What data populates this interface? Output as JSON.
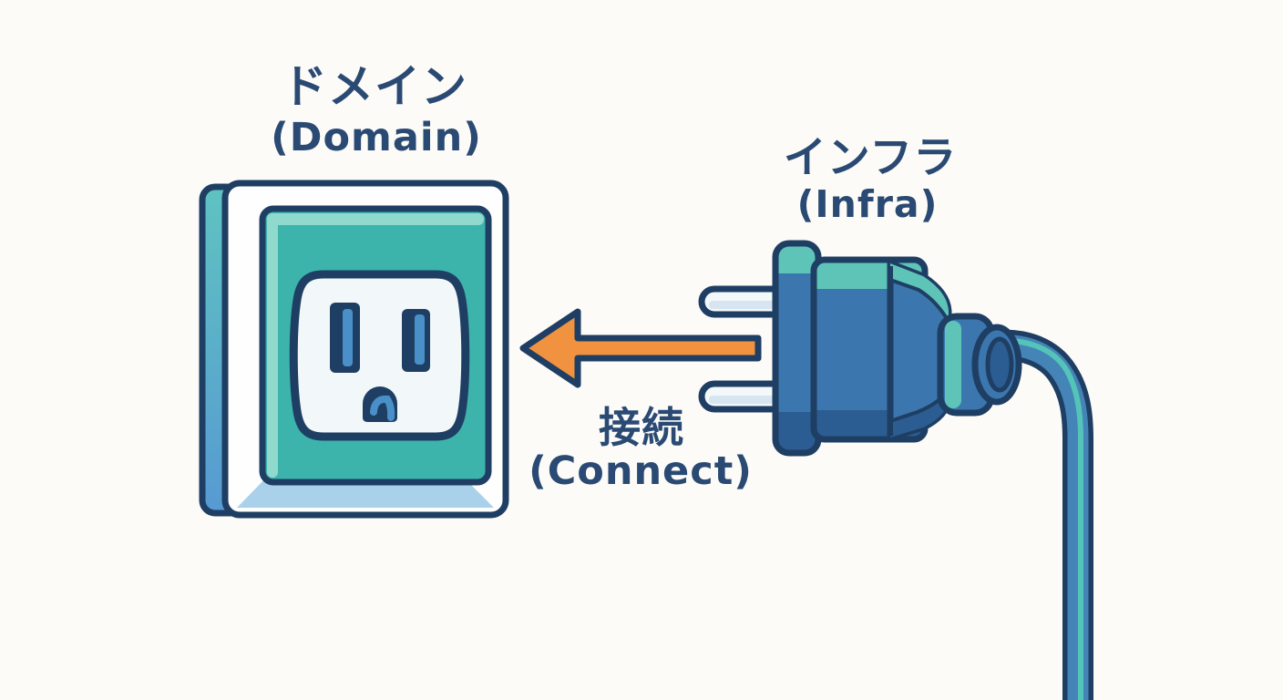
{
  "illustration": {
    "outlet_label": {
      "jp": "ドメイン",
      "en": "(Domain)"
    },
    "plug_label": {
      "jp": "インフラ",
      "en": "(Infra)"
    },
    "arrow_label": {
      "jp": "接続",
      "en": "(Connect)"
    }
  },
  "colors": {
    "background": "#fcfbf7",
    "ink": "#1f3e63",
    "text": "#2a4a74",
    "teal": "#3cb4ac",
    "tealLight": "#8fd9cd",
    "tealTop": "#5ec4b8",
    "blue": "#3b77ae",
    "blueDark": "#2b5d92",
    "slotBlue": "#4a90c8",
    "paleBlue": "#a9d2ea",
    "plateWhite": "#fefefe",
    "faceWhite": "#f2f7fa",
    "prong": "#f3f8fb",
    "prongShade": "#d6e5ef",
    "orange": "#f0923f",
    "cable": "#4584b6",
    "cableTeal": "#54c4b9",
    "sideTop": "#5fc3c1",
    "sideBottom": "#579ad2"
  }
}
